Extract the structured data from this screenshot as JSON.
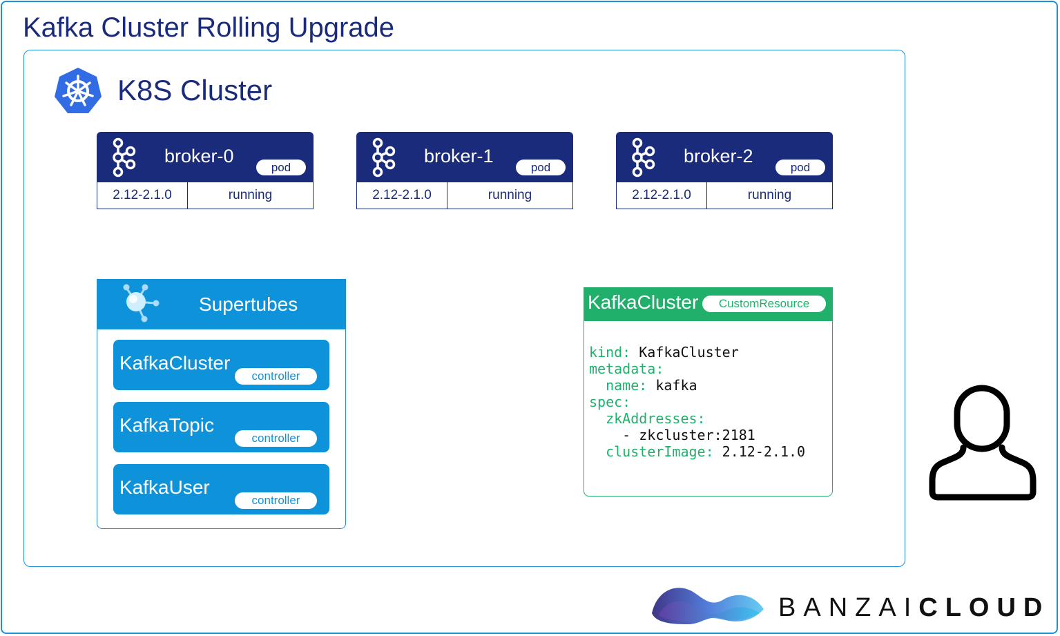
{
  "title": "Kafka Cluster Rolling Upgrade",
  "k8s": {
    "title": "K8S Cluster"
  },
  "brokers": [
    {
      "name": "broker-0",
      "tag": "pod",
      "version": "2.12-2.1.0",
      "status": "running"
    },
    {
      "name": "broker-1",
      "tag": "pod",
      "version": "2.12-2.1.0",
      "status": "running"
    },
    {
      "name": "broker-2",
      "tag": "pod",
      "version": "2.12-2.1.0",
      "status": "running"
    }
  ],
  "supertubes": {
    "title": "Supertubes",
    "controllers": [
      {
        "name": "KafkaCluster",
        "tag": "controller"
      },
      {
        "name": "KafkaTopic",
        "tag": "controller"
      },
      {
        "name": "KafkaUser",
        "tag": "controller"
      }
    ]
  },
  "custom_resource": {
    "title": "KafkaCluster",
    "tag": "CustomResource",
    "yaml": [
      {
        "key": "kind:",
        "value": " KafkaCluster"
      },
      {
        "key": "metadata:",
        "value": ""
      },
      {
        "key": "  name:",
        "value": " kafka"
      },
      {
        "key": "spec:",
        "value": ""
      },
      {
        "key": "  zkAddresses:",
        "value": ""
      },
      {
        "key": "",
        "value": "    - zkcluster:2181"
      },
      {
        "key": "  clusterImage:",
        "value": " 2.12-2.1.0"
      }
    ]
  },
  "brand": {
    "light": "BANZAI",
    "bold": "CLOUD"
  },
  "colors": {
    "navy": "#1a2b7c",
    "blue": "#0e93db",
    "green": "#21b06c",
    "k8s_blue": "#326ce5"
  }
}
